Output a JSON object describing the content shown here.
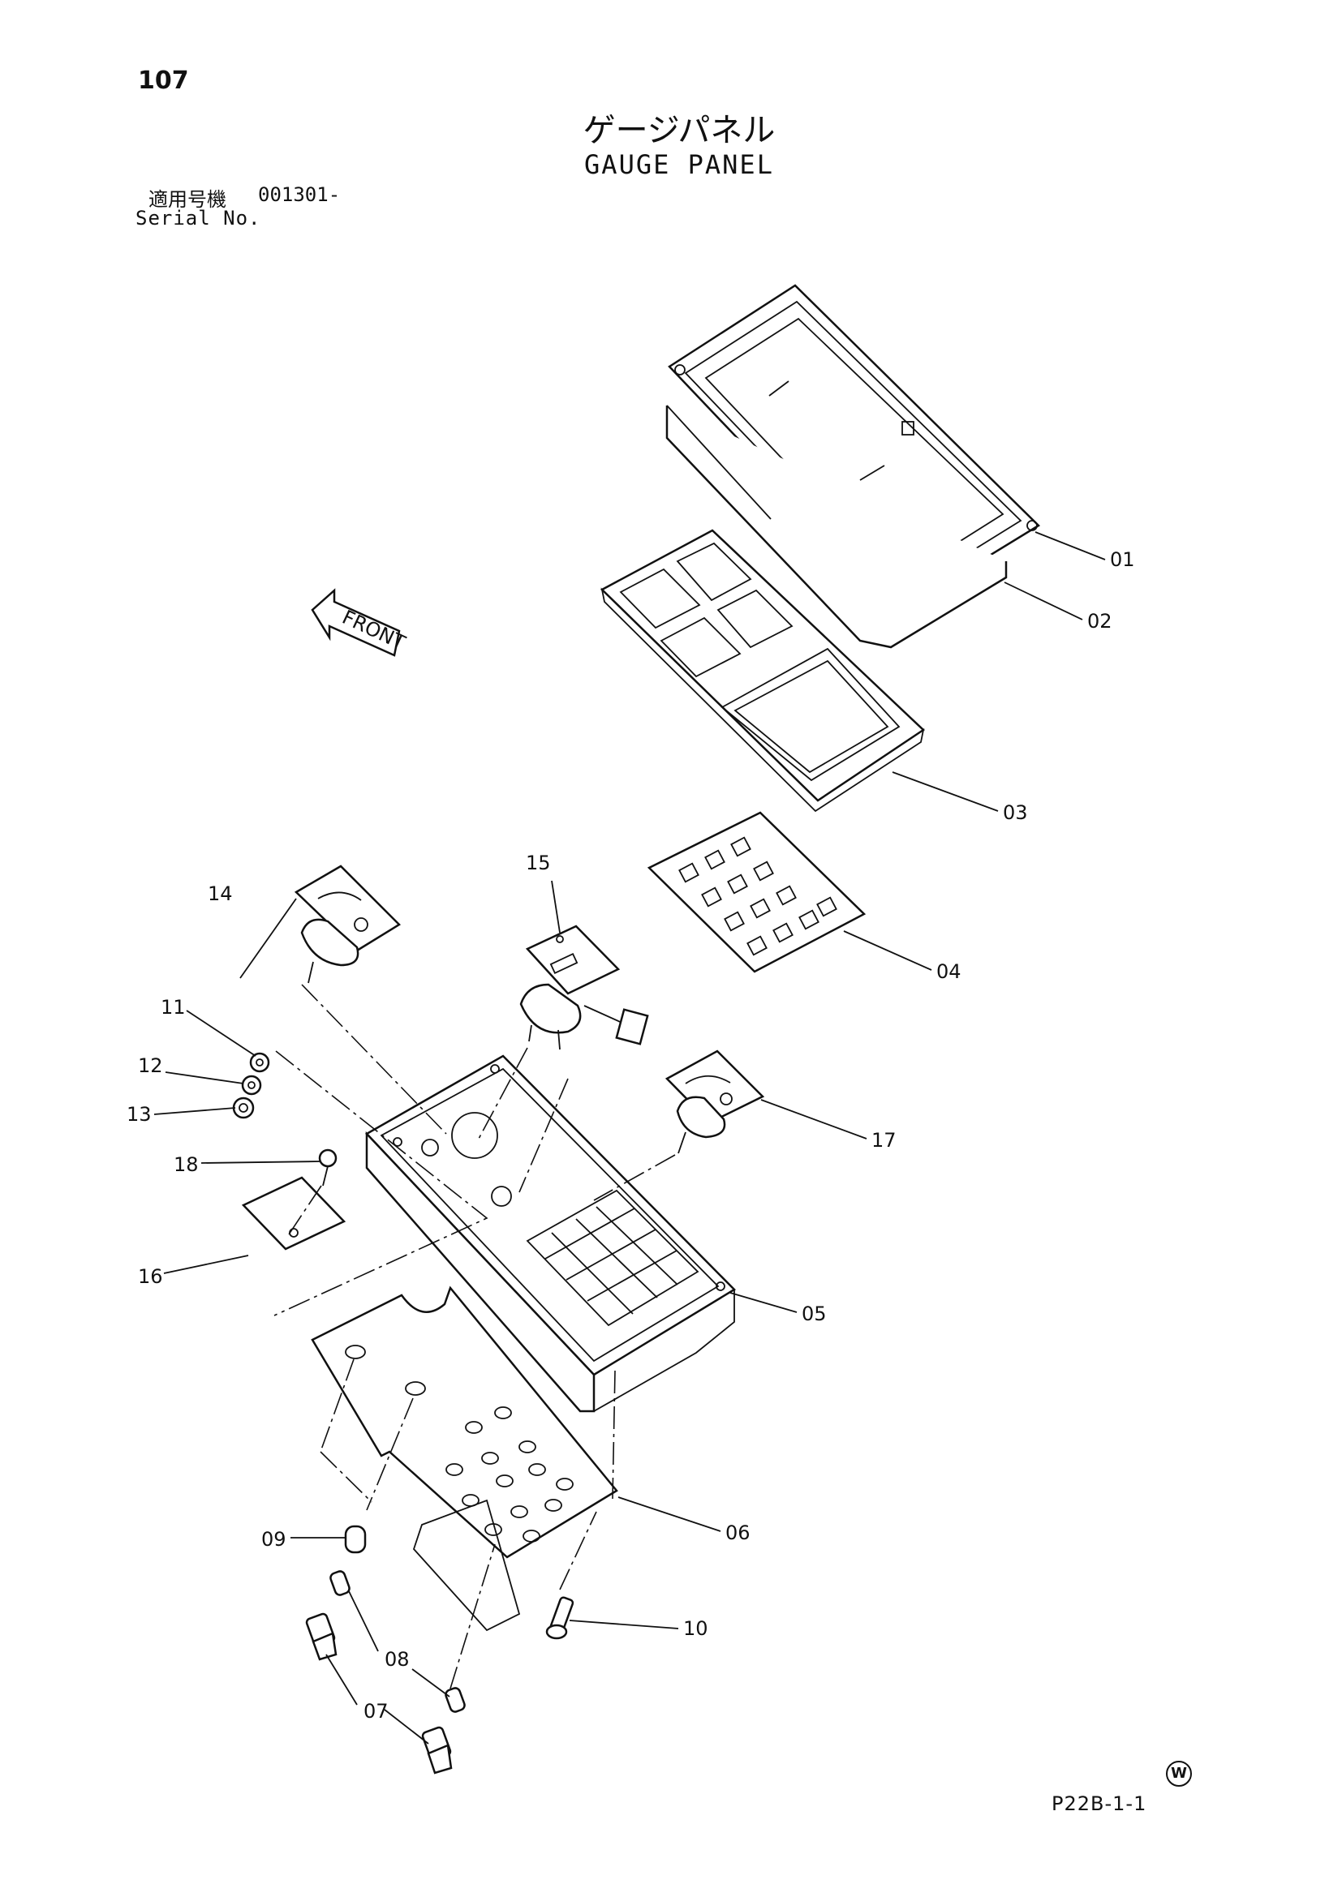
{
  "page_number": "107",
  "title_jp": "ゲージパネル",
  "title_en": "GAUGE PANEL",
  "serial_label_jp": "適用号機",
  "serial_value": "001301-",
  "serial_label_en": "Serial No.",
  "front_label": "FRONT",
  "callouts": {
    "c01": "01",
    "c02": "02",
    "c03": "03",
    "c04": "04",
    "c05": "05",
    "c06": "06",
    "c07a": "07",
    "c07b": "07",
    "c08a": "08",
    "c08b": "08",
    "c09": "09",
    "c10": "10",
    "c11": "11",
    "c12": "12",
    "c13": "13",
    "c14": "14",
    "c15": "15",
    "c16": "16",
    "c17": "17",
    "c18": "18"
  },
  "mark": "W",
  "reference": "P22B-1-1"
}
